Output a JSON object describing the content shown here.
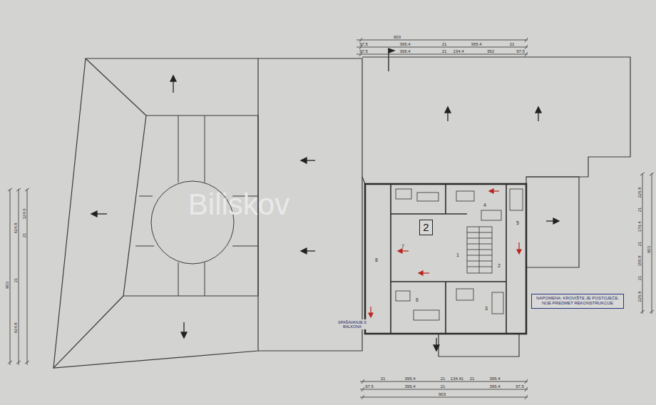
{
  "diagram": {
    "nodes": [
      {
        "text": [
          "NAPOMENA: KROVIŠTE JE POSTOJEĆE, NIJE PREDMET REKONSTRUKCIJE"
        ]
      },
      {
        "text": [
          "2"
        ]
      }
    ],
    "labels": [
      "Biliskov",
      "903",
      "97.5",
      "395.4",
      "21",
      "395.4",
      "21",
      "97.5",
      "395.4",
      "21",
      "134.4",
      "352",
      "97.5",
      "21",
      "395.4",
      "21",
      "134.41",
      "21",
      "395.4",
      "97.5",
      "395.4",
      "21",
      "395.4",
      "97.5",
      "903",
      "903",
      "424.8",
      "21",
      "424.8",
      "124.6",
      "21",
      "225.8",
      "21",
      "179.4",
      "21",
      "155.8",
      "21",
      "225.8",
      "903",
      "1",
      "2",
      "3",
      "4",
      "5",
      "6",
      "7",
      "8",
      "SPAŠAVANJE S BALKONA"
    ]
  }
}
